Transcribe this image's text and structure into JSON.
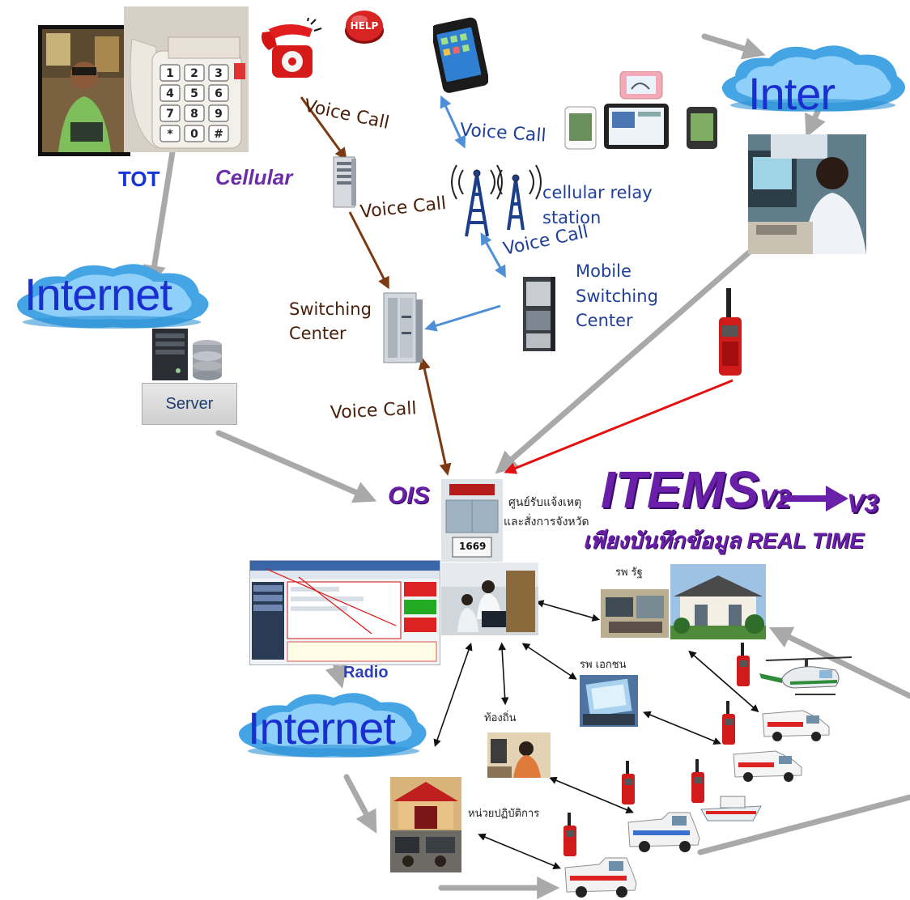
{
  "labels": {
    "tot": "TOT",
    "cellular": "Cellular",
    "voice_call": "Voice Call",
    "cellular_relay_1": "cellular relay",
    "cellular_relay_2": "station",
    "mobile_switching_1": "Mobile",
    "mobile_switching_2": "Switching",
    "mobile_switching_3": "Center",
    "switching_1": "Switching",
    "switching_2": "Center",
    "server": "Server",
    "help": "HELP",
    "ois": "OIS",
    "radio": "Radio",
    "command_center_1": "ศูนย์รับแจ้งเหตุ",
    "command_center_2": "และสั่งการจังหวัด",
    "center_sign": "1669",
    "gov_hospital": "รพ รัฐ",
    "private_hospital": "รพ เอกชน",
    "local": "ท้องถิ่น",
    "operation_unit": "หน่วยปฏิบัติการ"
  },
  "clouds": {
    "internet_left": "Internet",
    "internet_bottom": "Internet",
    "inter_top": "Inter"
  },
  "title": {
    "items": "ITEMS",
    "v2": "V2",
    "v3": "V3",
    "subtitle_thai": "เพียงบันทึกข้อมูล",
    "subtitle_en": "REAL TIME"
  },
  "colors": {
    "gray_arrow": "#a9a9a9",
    "brown_arrow": "#7b3a12",
    "blue_arrow": "#4f8fd6",
    "red_arrow": "#e41010",
    "black_arrow": "#111111",
    "cloud_blue": "#3f9fe0"
  }
}
